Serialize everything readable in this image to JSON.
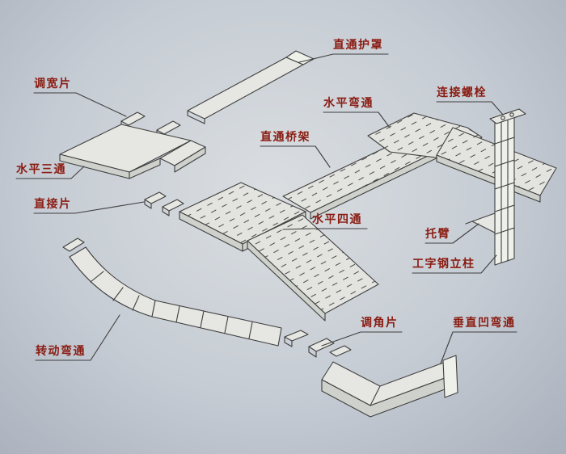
{
  "figure": {
    "description": "cable-tray-assembly-diagram",
    "background": "#c6ccd4",
    "ink": "#3f3f3f",
    "label_color": "#8a1c12",
    "labels": [
      {
        "id": "straight-cover",
        "text": "直通护罩"
      },
      {
        "id": "width-adjust-piece",
        "text": "调宽片"
      },
      {
        "id": "horizontal-elbow",
        "text": "水平弯通"
      },
      {
        "id": "connecting-bolt",
        "text": "连接螺栓"
      },
      {
        "id": "straight-tray",
        "text": "直通桥架"
      },
      {
        "id": "horizontal-tee",
        "text": "水平三通"
      },
      {
        "id": "direct-piece",
        "text": "直接片"
      },
      {
        "id": "horizontal-cross",
        "text": "水平四通"
      },
      {
        "id": "bracket-arm",
        "text": "托臂"
      },
      {
        "id": "i-beam-column",
        "text": "工字钢立柱"
      },
      {
        "id": "rotating-elbow",
        "text": "转动弯通"
      },
      {
        "id": "angle-adjust-piece",
        "text": "调角片"
      },
      {
        "id": "vertical-concave-elbow",
        "text": "垂直凹弯通"
      }
    ]
  }
}
